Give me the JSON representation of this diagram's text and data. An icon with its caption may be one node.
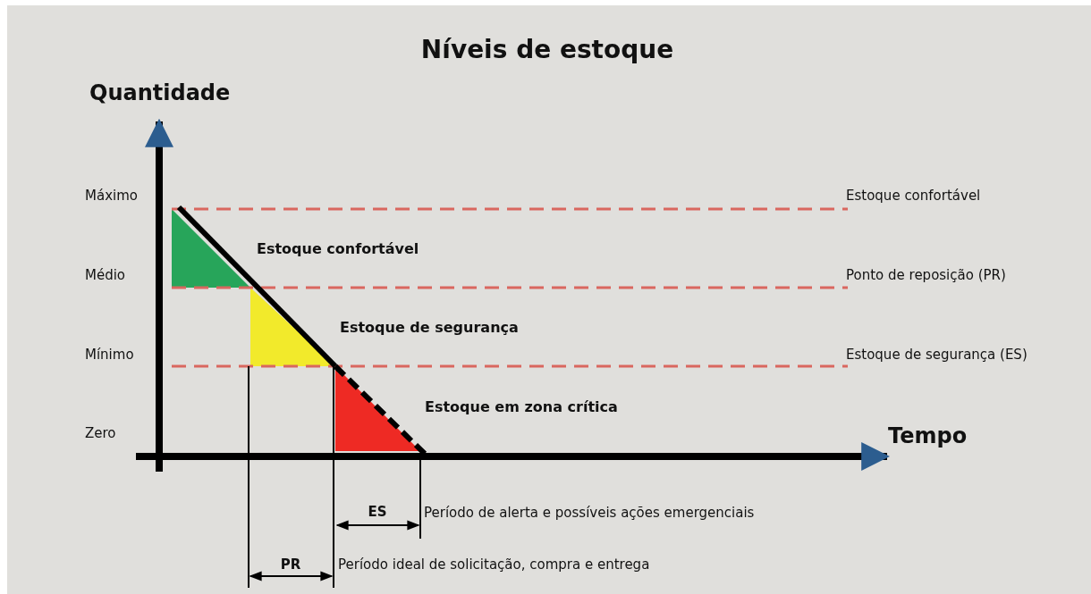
{
  "diagram": {
    "title": "Níveis de estoque",
    "labels": [
      "Quantidade",
      "Máximo",
      "Estoque confortável",
      "Estoque confortável",
      "Médio",
      "Ponto de reposição (PR)",
      "Estoque de segurança",
      "Mínimo",
      "Estoque de segurança (ES)",
      "Estoque em zona crítica",
      "Zero",
      "Tempo",
      "ES",
      "Período de alerta e possíveis ações emergenciais",
      "PR",
      "Período ideal de solicitação, compra e entrega"
    ]
  }
}
